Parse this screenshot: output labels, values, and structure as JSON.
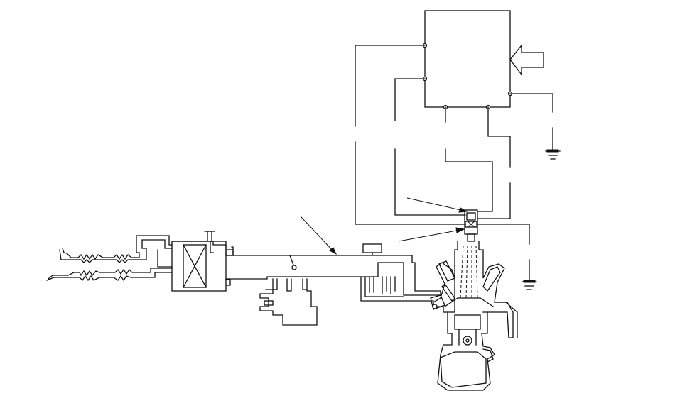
{
  "diagram": {
    "components": [
      "control-unit",
      "input-arrow",
      "ground-symbol-upper",
      "ground-symbol-lower",
      "air-intake-ducts",
      "air-filter-box",
      "intake-pipe",
      "throttle-body",
      "injector",
      "engine-cylinder"
    ],
    "text_labels": []
  }
}
